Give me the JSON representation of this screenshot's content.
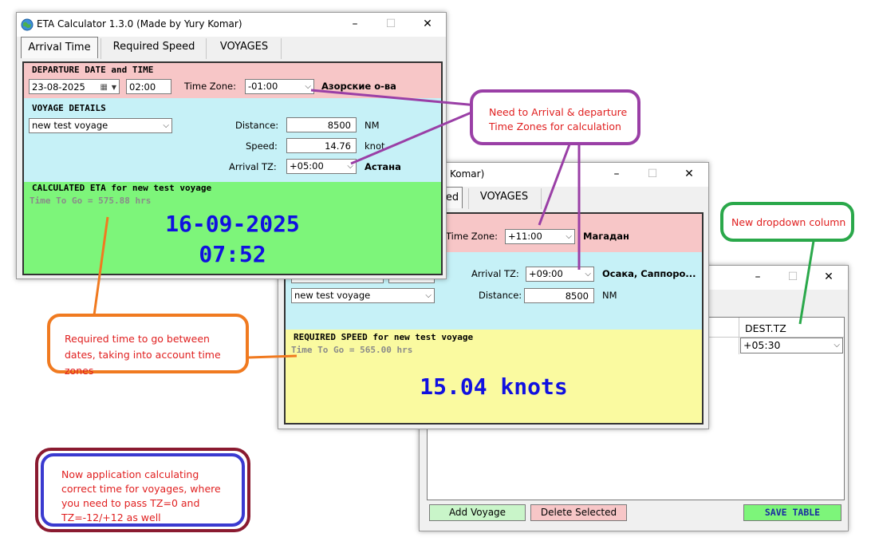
{
  "window1": {
    "title": "ETA Calculator 1.3.0  (Made by Yury Komar)",
    "tabs": [
      "Arrival Time",
      "Required Speed",
      "VOYAGES"
    ],
    "departure": {
      "header": "DEPARTURE DATE and TIME",
      "date": "23-08-2025",
      "time": "02:00",
      "tz_label": "Time Zone:",
      "tz_value": "-01:00",
      "tz_place": "Азорские о-ва"
    },
    "voyage": {
      "header": "VOYAGE DETAILS",
      "name": "new test voyage",
      "distance_label": "Distance:",
      "distance": "8500",
      "distance_unit": "NM",
      "speed_label": "Speed:",
      "speed": "14.76",
      "speed_unit": "knot",
      "arrival_tz_label": "Arrival TZ:",
      "arrival_tz": "+05:00",
      "arrival_place": "Астана"
    },
    "result": {
      "header": "CALCULATED ETA for new test voyage",
      "time_to_go": "Time To Go = 575.88 hrs",
      "date": "16-09-2025",
      "time": "07:52"
    }
  },
  "window2": {
    "title": "Komar)",
    "tabs": [
      "ed",
      "VOYAGES"
    ],
    "tz_label": "Time Zone:",
    "tz_value": "+11:00",
    "tz_place": "Магадан",
    "arrival_tz_label": "Arrival TZ:",
    "arrival_tz": "+09:00",
    "arrival_place": "Осака, Саппоро...",
    "voyage_name": "new test voyage",
    "distance_label": "Distance:",
    "distance": "8500",
    "distance_unit": "NM",
    "result_header": "REQUIRED SPEED for new test voyage",
    "time_to_go": "Time To Go = 565.00 hrs",
    "speed": "15.04 knots"
  },
  "window3": {
    "column_header": "DEST.TZ",
    "dest_tz": "+05:30",
    "add_button": "Add Voyage",
    "delete_button": "Delete Selected",
    "save_button": "SAVE TABLE"
  },
  "callouts": {
    "timezones": "Need to Arrival & departure Time Zones for calculation",
    "time_to_go": "Required time to go between dates, taking into account time zones",
    "dropdown": "New dropdown column",
    "note": "Now application calculating correct time for voyages, where you need to pass TZ=0 and TZ=-12/+12 as well"
  },
  "colors": {
    "departure_bg": "#f7c6c7",
    "voyage_bg": "#c6f1f7",
    "eta_bg": "#7df57a",
    "speed_bg": "#fafaa0",
    "big_text": "#1010e0",
    "callout_purple": "#9a3fa6",
    "callout_orange": "#f07a20",
    "callout_green": "#2aa84a",
    "callout_blue": "#3a3ad0",
    "callout_darkred": "#8a1a30"
  },
  "icons": [
    "globe-icon",
    "calendar-icon",
    "minimize-icon",
    "maximize-icon",
    "close-icon",
    "chevron-down-icon"
  ]
}
